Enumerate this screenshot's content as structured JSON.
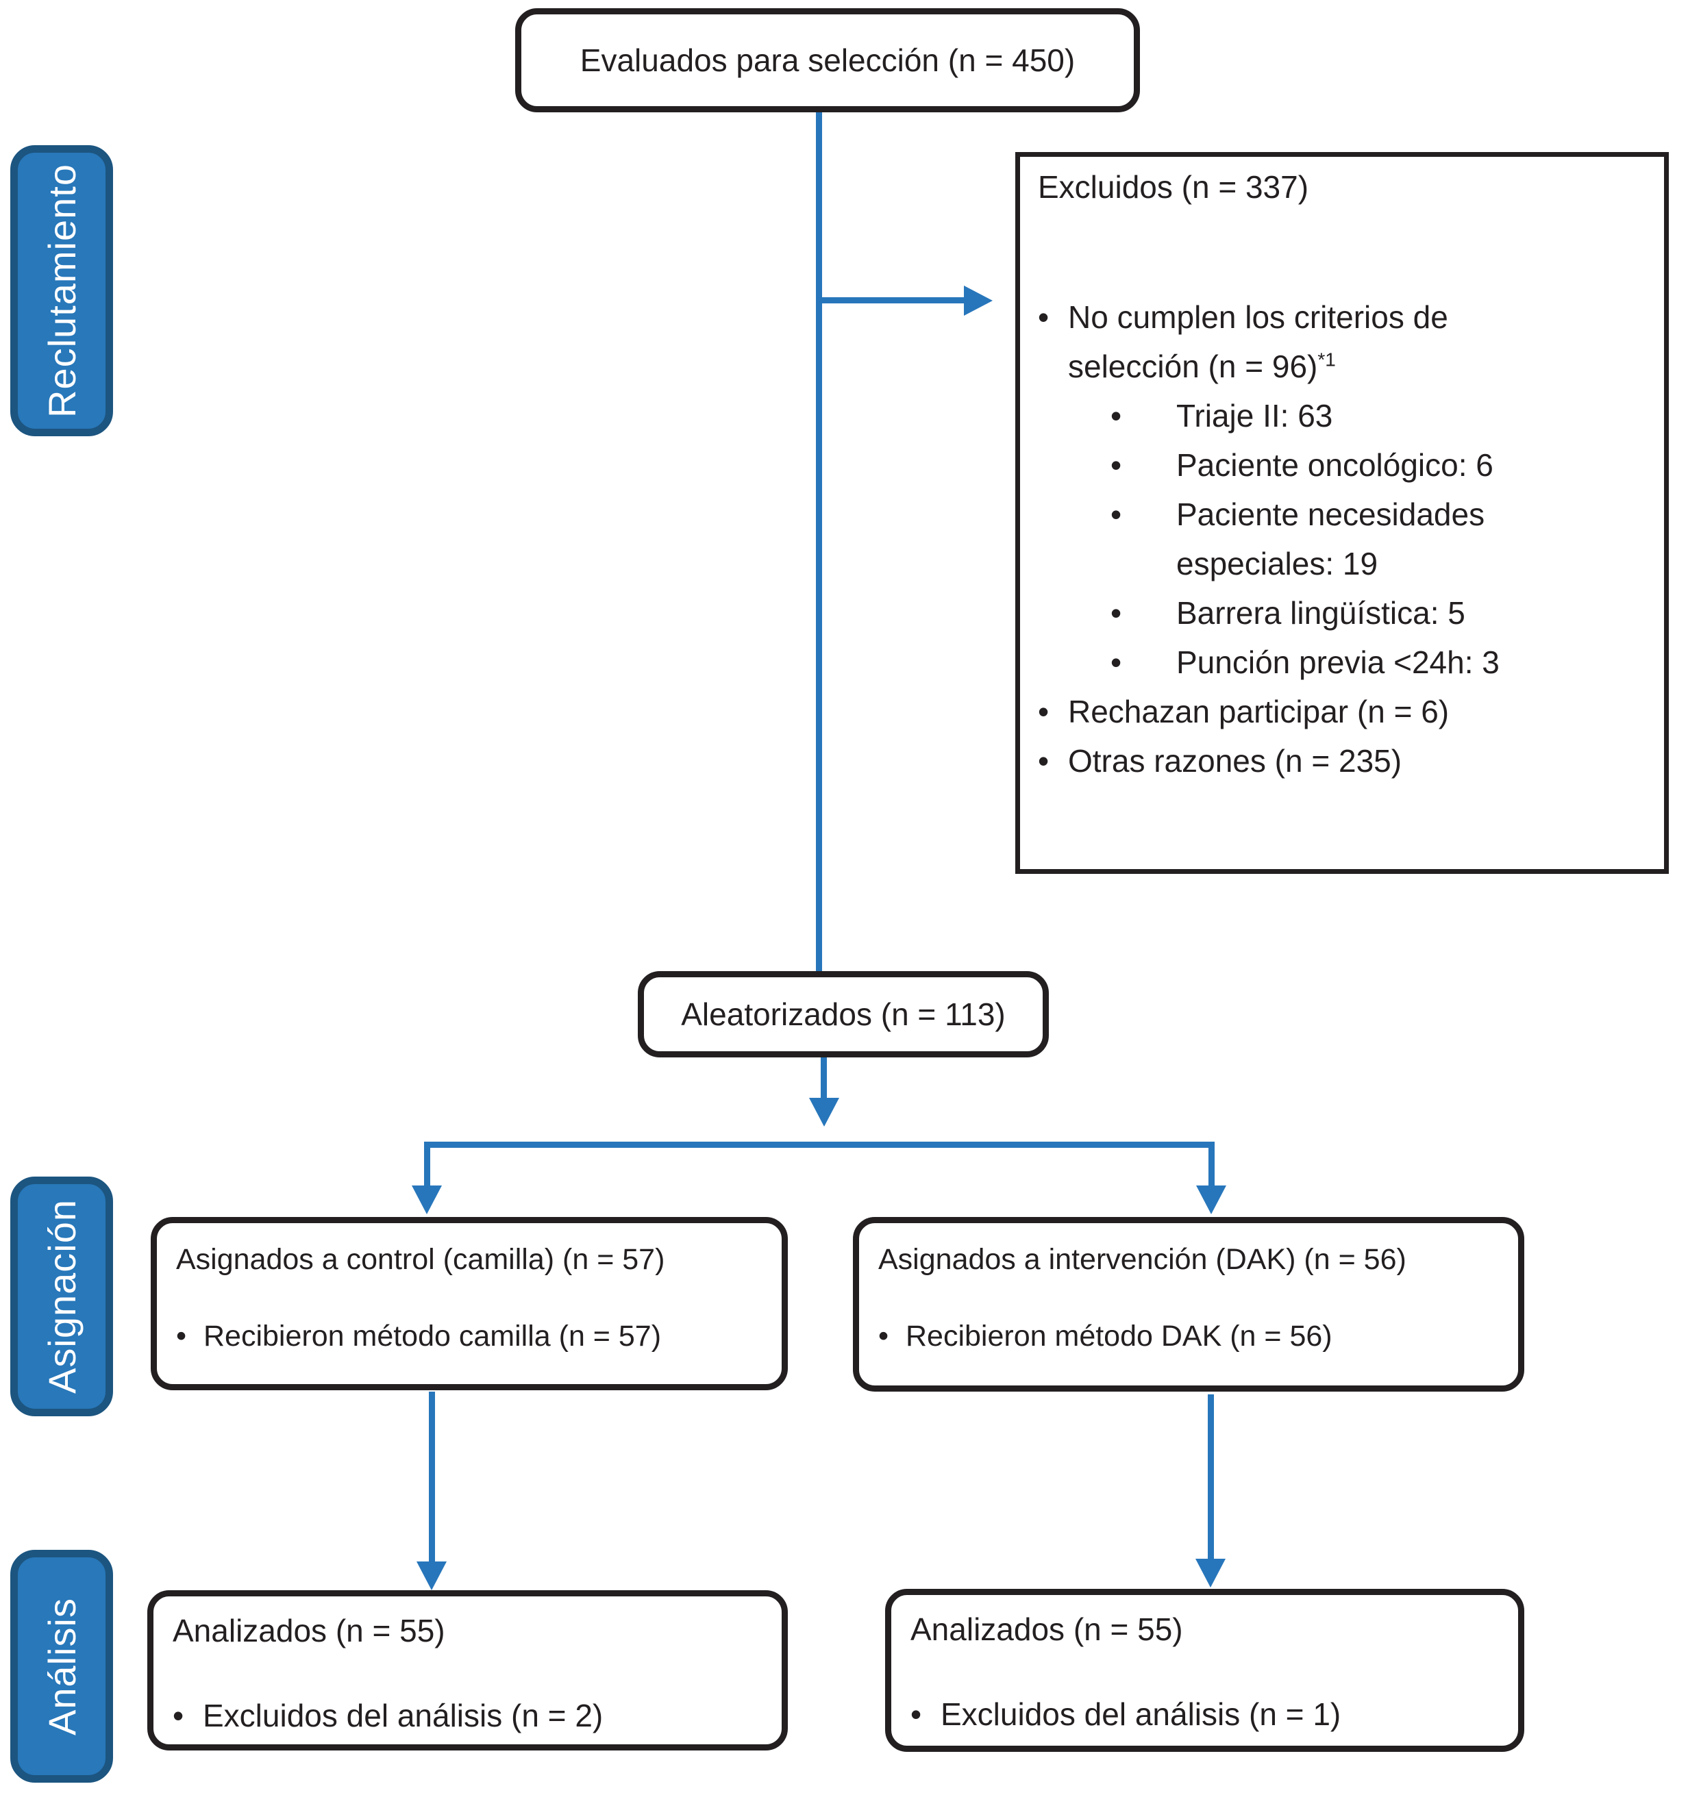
{
  "stages": {
    "recruitment": "Reclutamiento",
    "allocation": "Asignación",
    "analysis": "Análisis"
  },
  "boxes": {
    "assessed": {
      "text": "Evaluados para selección (n = 450)"
    },
    "excluded": {
      "title": "Excluidos (n = 337)",
      "reason_criteria_line1": "No cumplen los criterios de",
      "reason_criteria_line2": "selección (n = 96)",
      "reason_criteria_sup": "*1",
      "sub_reasons": [
        "Triaje II: 63",
        "Paciente oncológico: 6",
        "Paciente necesidades especiales: 19",
        "Barrera lingüística: 5",
        "Punción previa <24h: 3"
      ],
      "reason_refused": "Rechazan participar (n = 6)",
      "reason_other": "Otras razones (n = 235)"
    },
    "randomized": {
      "text": "Aleatorizados (n = 113)"
    },
    "control": {
      "title": "Asignados a control (camilla) (n = 57)",
      "bullet": "Recibieron método camilla (n = 57)"
    },
    "intervention": {
      "title": "Asignados a intervención (DAK) (n = 56)",
      "bullet": "Recibieron método DAK (n = 56)"
    },
    "analyzed_control": {
      "title": "Analizados (n = 55)",
      "bullet": "Excluidos del análisis (n = 2)"
    },
    "analyzed_intervention": {
      "title": "Analizados (n = 55)",
      "bullet": "Excluidos del análisis (n = 1)"
    }
  },
  "colors": {
    "arrow_blue": "#2776BB",
    "stage_fill": "#2878BA",
    "stage_border": "#1C5580",
    "box_border": "#231F20",
    "text": "#231F20"
  }
}
